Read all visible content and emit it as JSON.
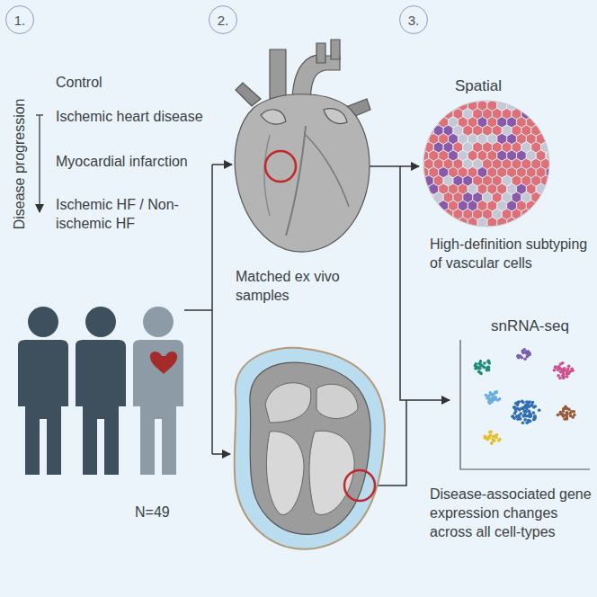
{
  "diagram": {
    "nodes": [
      {
        "text": [
          "1."
        ]
      },
      {
        "text": [
          "2."
        ]
      },
      {
        "text": [
          "3."
        ]
      }
    ],
    "labels": [
      "Control",
      "Disease progression",
      "Ischemic heart disease",
      "Myocardial infarction",
      "Ischemic HF / Non-ischemic HF",
      "Matched ex vivo samples",
      "N=49",
      "Spatial",
      "High-definition subtyping of vascular cells",
      "snRNA-seq",
      "Disease-associated gene expression changes across all cell-types"
    ]
  }
}
